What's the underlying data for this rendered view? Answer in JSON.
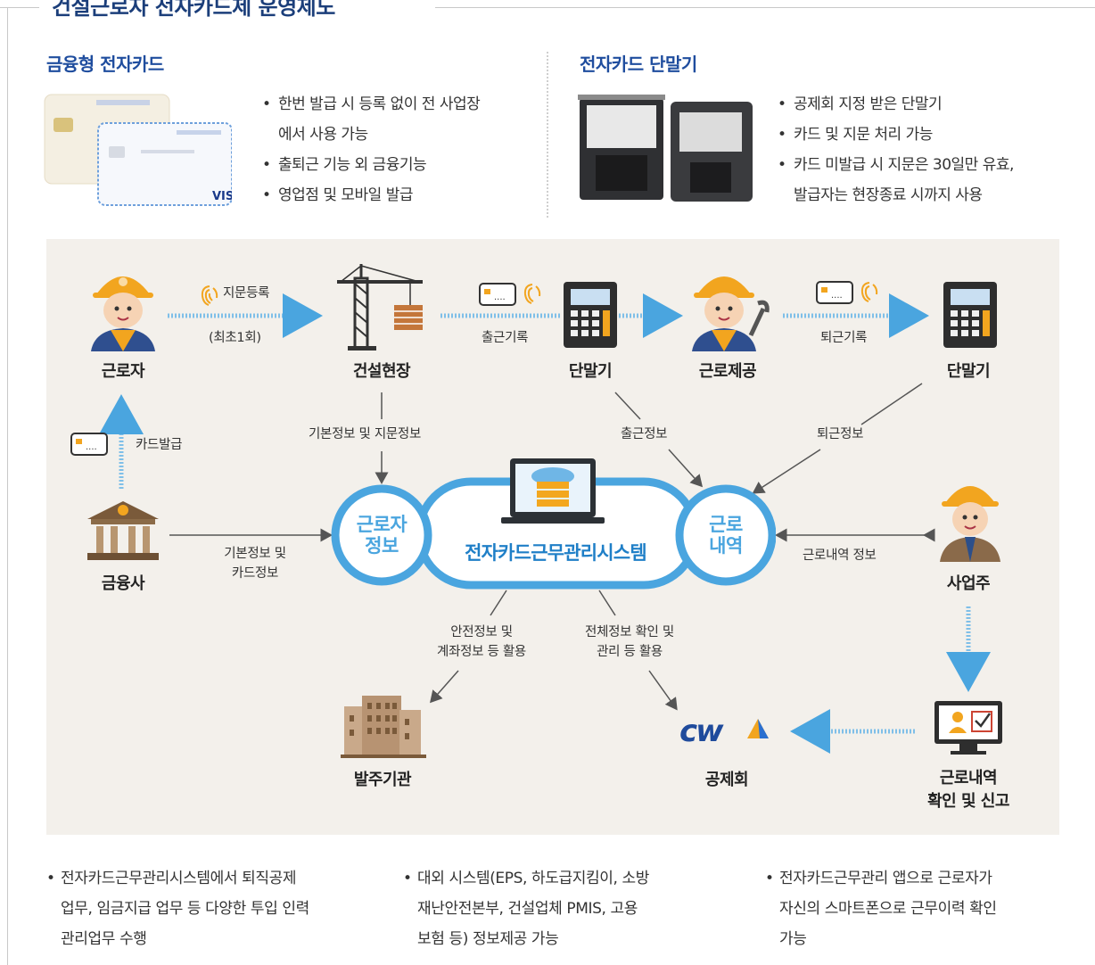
{
  "title": "건설근로자 전자카드제 운영제도",
  "sections": {
    "card": {
      "title": "금융형 전자카드",
      "bullets": [
        "한번 발급 시 등록 없이 전 사업장",
        "에서 사용 가능",
        "출퇴근 기능 외 금융기능",
        "영업점 및 모바일 발급"
      ],
      "card_brand": "VISA"
    },
    "terminal": {
      "title": "전자카드 단말기",
      "bullets": [
        "공제회 지정 받은 단말기",
        "카드 및 지문 처리 가능",
        "카드 미발급 시 지문은 30일만 유효,",
        "발급자는 현장종료 시까지 사용"
      ]
    }
  },
  "nodes": {
    "worker": "근로자",
    "site": "건설현장",
    "terminal1": "단말기",
    "work_provide": "근로제공",
    "terminal2": "단말기",
    "bank": "금융사",
    "owner": "사업주",
    "orderer": "발주기관",
    "cw": "공제회",
    "report_line1": "근로내역",
    "report_line2": "확인 및 신고"
  },
  "system": {
    "name": "전자카드근무관리시스템",
    "left_circle_1": "근로자",
    "left_circle_2": "정보",
    "right_circle_1": "근로",
    "right_circle_2": "내역"
  },
  "flows": {
    "fingerprint_reg": "지문등록",
    "first_once": "(최초1회)",
    "checkin_record": "출근기록",
    "checkout_record": "퇴근기록",
    "card_issue": "카드발급",
    "basic_fp_info": "기본정보 및 지문정보",
    "checkin_info": "출근정보",
    "checkout_info": "퇴근정보",
    "bank_info_1": "기본정보 및",
    "bank_info_2": "카드정보",
    "work_history_info": "근로내역 정보",
    "safety_1": "안전정보 및",
    "safety_2": "계좌정보 등 활용",
    "total_1": "전체정보 확인 및",
    "total_2": "관리 등 활용"
  },
  "logo_text": "cw",
  "footer": [
    [
      "전자카드근무관리시스템에서 퇴직공제",
      "업무, 임금지급 업무 등 다양한 투입 인력",
      "관리업무 수행"
    ],
    [
      "대외 시스템(EPS, 하도급지킴이, 소방",
      "재난안전본부, 건설업체 PMIS, 고용",
      "보험 등) 정보제공 가능"
    ],
    [
      "전자카드근무관리 앱으로 근로자가",
      "자신의 스마트폰으로 근무이력 확인",
      "가능"
    ]
  ],
  "colors": {
    "accent_blue": "#1f4d9e",
    "light_blue": "#4aa5df",
    "panel_bg": "#f3f0eb",
    "helmet": "#f2a51f"
  }
}
